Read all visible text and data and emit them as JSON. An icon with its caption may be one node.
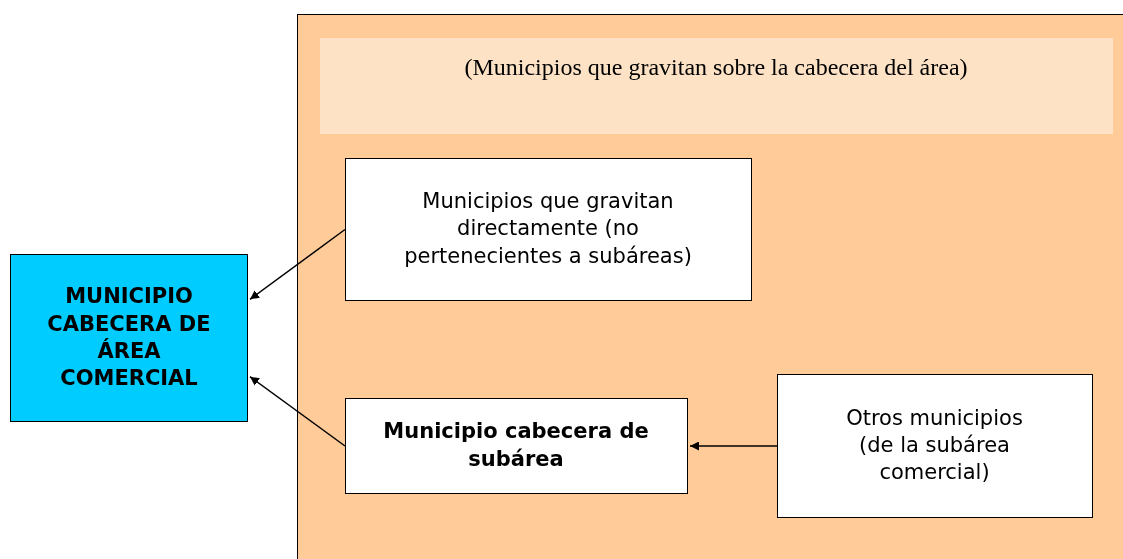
{
  "diagram": {
    "nodes": [
      {
        "text": [],
        "shape": "box"
      },
      {
        "text": [
          "(Municipios que gravitan sobre la cabecera del área)"
        ],
        "in": 0
      },
      {
        "text": [
          "Municipios que gravitan directamente (no pertenecientes a subáreas)"
        ],
        "in": 0
      },
      {
        "text": [
          "MUNICIPIO CABECERA DE ÁREA COMERCIAL"
        ]
      },
      {
        "text": [
          "Municipio cabecera de subárea"
        ],
        "in": 0
      },
      {
        "text": [
          "Otros municipios (de la subárea comercial)"
        ],
        "in": 0
      }
    ],
    "edges": [
      {
        "from": 2,
        "to": 3,
        "arrow": "to"
      },
      {
        "from": 4,
        "to": 3,
        "arrow": "to"
      },
      {
        "from": 5,
        "to": 4,
        "arrow": "to"
      }
    ]
  }
}
